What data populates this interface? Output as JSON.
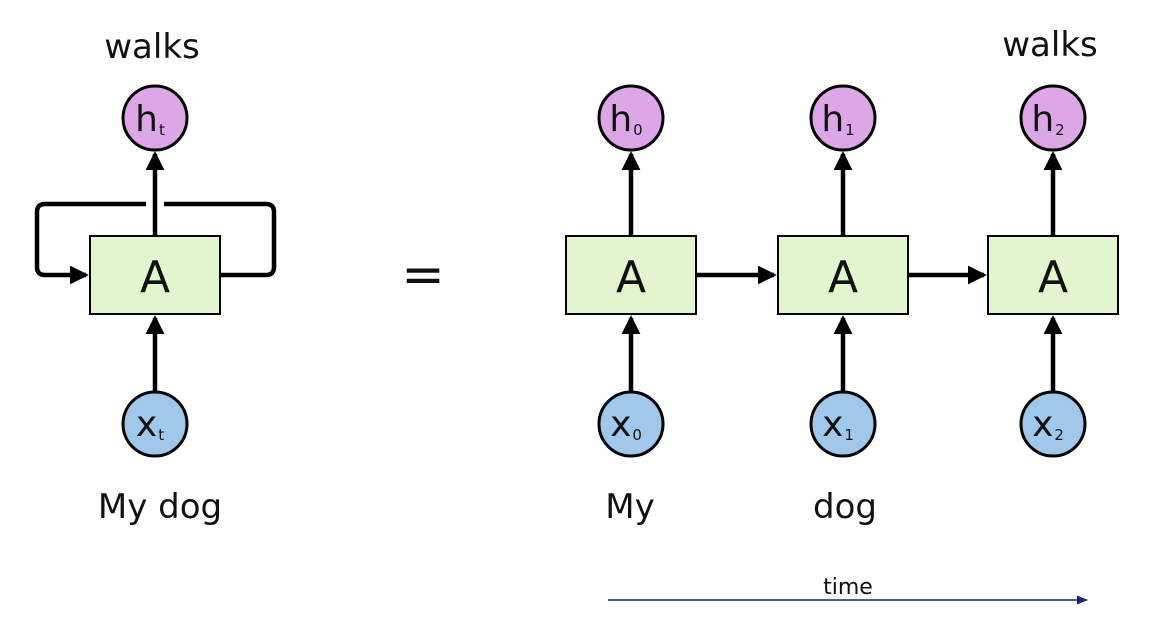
{
  "colors": {
    "cell_fill": "#e2f5cf",
    "hidden_fill": "#dca6e7",
    "input_fill": "#9fc8ea",
    "stroke": "#000000",
    "time_arrow": "#1f2377"
  },
  "rolled": {
    "cell_label": "A",
    "hidden": {
      "main": "h",
      "sub": "t"
    },
    "input": {
      "main": "x",
      "sub": "t"
    },
    "output_word": "walks",
    "input_word": "My dog"
  },
  "equals": "=",
  "unrolled": {
    "steps": [
      {
        "cell_label": "A",
        "hidden": {
          "main": "h",
          "sub": "0"
        },
        "input": {
          "main": "x",
          "sub": "0"
        },
        "input_word": "My",
        "output_word": ""
      },
      {
        "cell_label": "A",
        "hidden": {
          "main": "h",
          "sub": "1"
        },
        "input": {
          "main": "x",
          "sub": "1"
        },
        "input_word": "dog",
        "output_word": ""
      },
      {
        "cell_label": "A",
        "hidden": {
          "main": "h",
          "sub": "2"
        },
        "input": {
          "main": "x",
          "sub": "2"
        },
        "input_word": "",
        "output_word": "walks"
      }
    ]
  },
  "time_label": "time"
}
